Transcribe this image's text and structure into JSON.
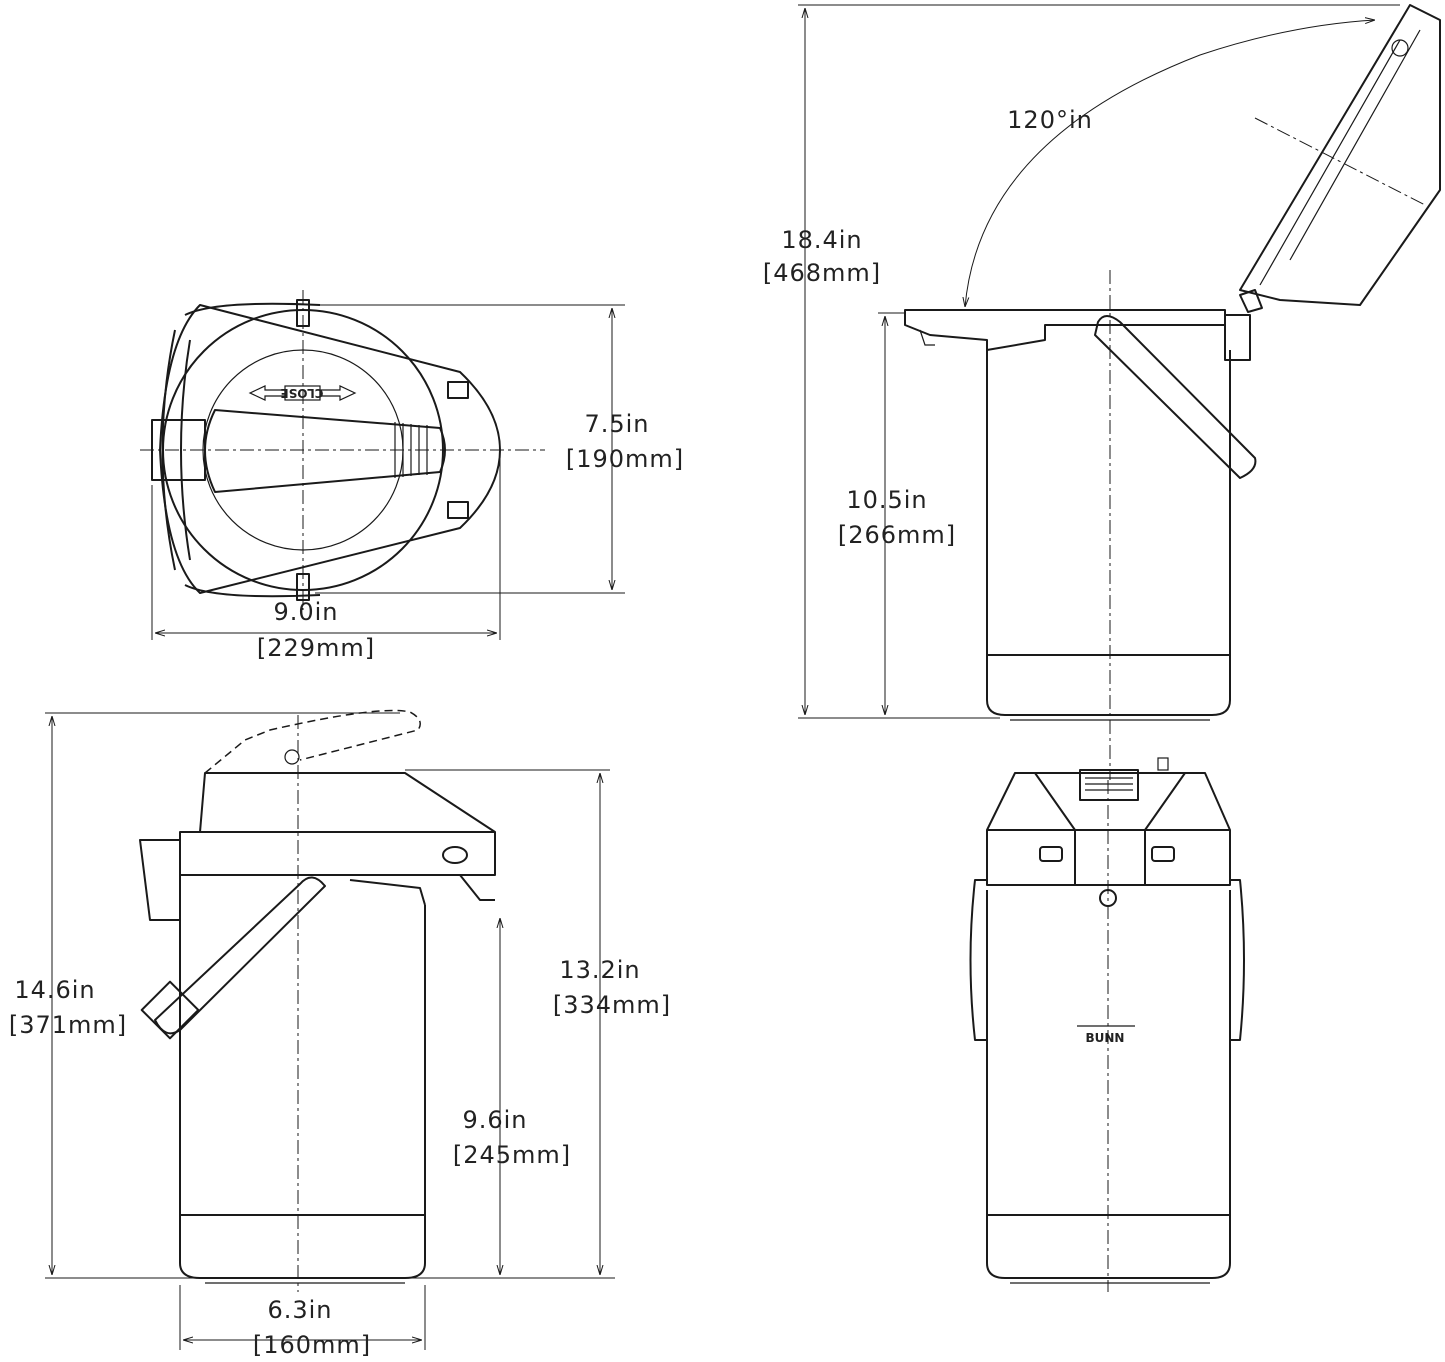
{
  "dimensions": {
    "top_height": {
      "in": "18.4in",
      "mm": "[468mm]"
    },
    "lid_angle": "120°in",
    "top_view_depth": {
      "in": "7.5in",
      "mm": "[190mm]"
    },
    "open_body_height": {
      "in": "10.5in",
      "mm": "[266mm]"
    },
    "top_view_width": {
      "in": "9.0in",
      "mm": "[229mm]"
    },
    "side_total_height": {
      "in": "14.6in",
      "mm": "[371mm]"
    },
    "side_body_height": {
      "in": "13.2in",
      "mm": "[334mm]"
    },
    "spout_height": {
      "in": "9.6in",
      "mm": "[245mm]"
    },
    "base_width": {
      "in": "6.3in",
      "mm": "[160mm]"
    }
  },
  "labels": {
    "close": "CLOSE",
    "brand": "BUNN"
  }
}
